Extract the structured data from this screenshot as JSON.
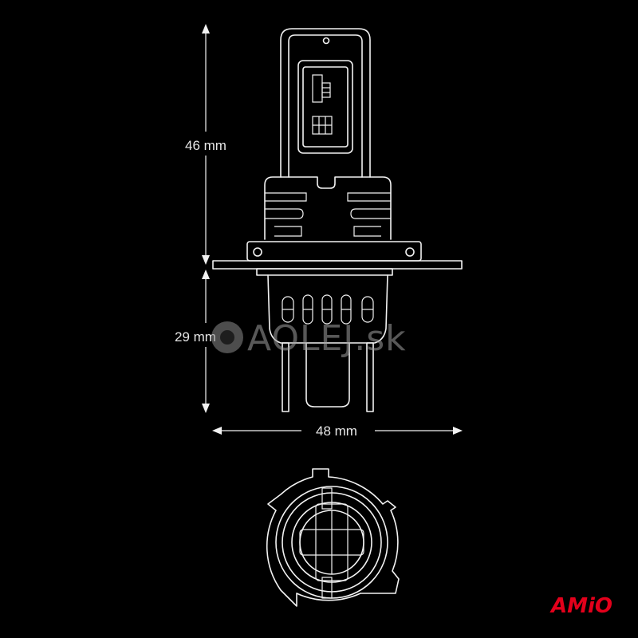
{
  "dimensions": {
    "height_top": "46 mm",
    "height_bottom": "29 mm",
    "width": "48 mm"
  },
  "watermark": {
    "text": "AOLEJ.sk"
  },
  "logo": {
    "text": "AMiO",
    "color": "#e3001b"
  },
  "colors": {
    "background": "#000000",
    "line": "#f2f2f2"
  }
}
